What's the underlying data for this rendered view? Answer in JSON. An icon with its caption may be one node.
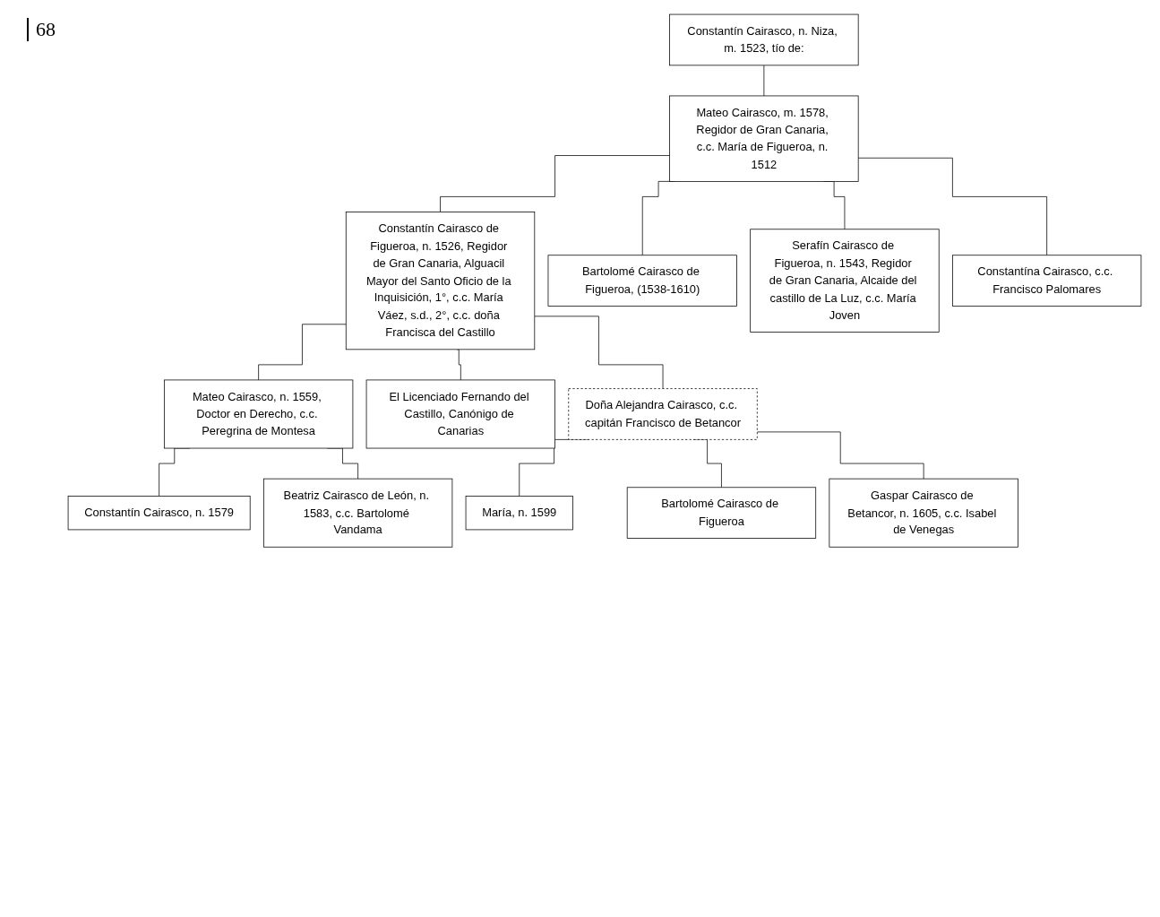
{
  "diagram": {
    "nodes": [
      {
        "text": [
          "Constantín Cairasco, n. Niza, m. 1523, tío de:"
        ]
      },
      {
        "text": [
          "Mateo Cairasco, m. 1578, Regidor de Gran Canaria, c.c. María de Figueroa, n. 1512"
        ]
      },
      {
        "text": [
          "Constantín Cairasco de Figueroa, n. 1526, Regidor de Gran Canaria, Alguacil Mayor del Santo Oficio de la Inquisición, 1°, c.c. María Váez, s.d., 2°, c.c. doña Francisca del Castillo"
        ]
      },
      {
        "text": [
          "Bartolomé Cairasco de Figueroa, (1538-1610)"
        ]
      },
      {
        "text": [
          "Serafín Cairasco de Figueroa, n. 1543, Regidor de Gran Canaria, Alcaide del castillo de La Luz, c.c. María Joven"
        ]
      },
      {
        "text": [
          "Constantína Cairasco, c.c. Francisco Palomares"
        ]
      },
      {
        "text": [
          "Mateo Cairasco, n. 1559, Doctor en Derecho, c.c. Peregrina de Montesa"
        ]
      },
      {
        "text": [
          "El Licenciado Fernando del Castillo, Canónigo de Canarias"
        ]
      },
      {
        "text": [
          "Doña Alejandra Cairasco, c.c. capitán Francisco de Betancor"
        ]
      },
      {
        "text": [
          "Constantín Cairasco, n. 1579"
        ]
      },
      {
        "text": [
          "Beatriz Cairasco de León, n. 1583, c.c. Bartolomé Vandama"
        ]
      },
      {
        "text": [
          "María, n. 1599"
        ]
      },
      {
        "text": [
          "Bartolomé Cairasco de Figueroa"
        ]
      },
      {
        "text": [
          "Gaspar Cairasco de Betancor, n. 1605, c.c. Isabel de Venegas"
        ]
      }
    ],
    "edges": [
      {
        "from": 0,
        "to": 1,
        "arrow": "none"
      },
      {
        "from": 1,
        "to": 2,
        "arrow": "none"
      },
      {
        "from": 1,
        "to": 3,
        "arrow": "none"
      },
      {
        "from": 1,
        "to": 4,
        "arrow": "none"
      },
      {
        "from": 1,
        "to": 5,
        "arrow": "none"
      },
      {
        "from": 2,
        "to": 6,
        "arrow": "none"
      },
      {
        "from": 2,
        "to": 7,
        "arrow": "none"
      },
      {
        "from": 2,
        "to": 8,
        "arrow": "none"
      },
      {
        "from": 6,
        "to": 9,
        "arrow": "none"
      },
      {
        "from": 6,
        "to": 10,
        "arrow": "none"
      },
      {
        "from": 8,
        "to": 11,
        "arrow": "none"
      },
      {
        "from": 8,
        "to": 12,
        "arrow": "none"
      },
      {
        "from": 8,
        "to": 13,
        "arrow": "none"
      }
    ],
    "labels": [
      "68"
    ]
  }
}
